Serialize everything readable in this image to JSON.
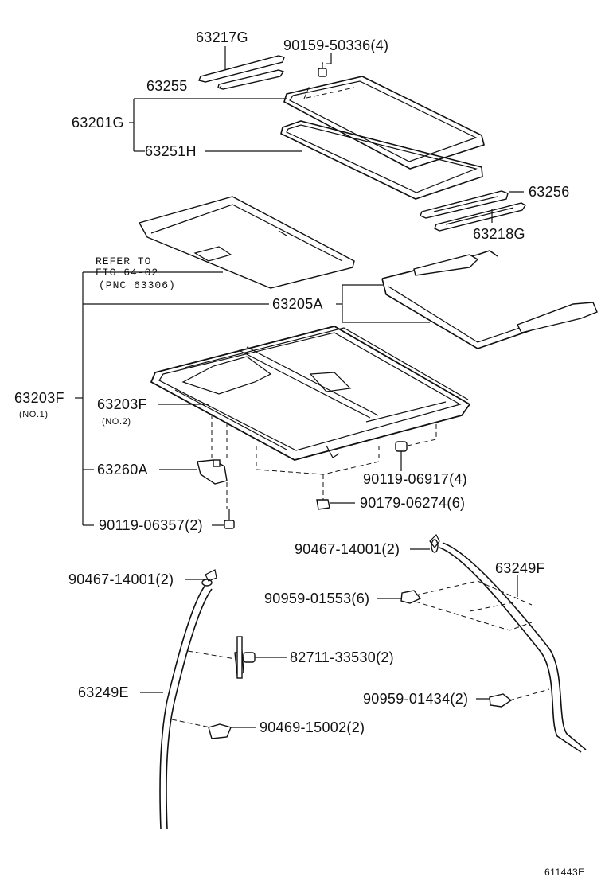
{
  "callouts": {
    "p63217G": "63217G",
    "p90159": "90159-50336(4)",
    "p63255": "63255",
    "p63201G": "63201G",
    "p63251H": "63251H",
    "p63256": "63256",
    "p63218G": "63218G",
    "refer1": "REFER TO",
    "refer2": "FIG 64-02",
    "refer3": "(PNC 63306)",
    "p63205A": "63205A",
    "p63203F_no1": "63203F",
    "no1": "(NO.1)",
    "p63203F_no2": "63203F",
    "no2": "(NO.2)",
    "p63260A": "63260A",
    "p90119_06917": "90119-06917(4)",
    "p90179": "90179-06274(6)",
    "p90119_06357": "90119-06357(2)",
    "p90467_right": "90467-14001(2)",
    "p63249F": "63249F",
    "p90467_left": "90467-14001(2)",
    "p90959_01553": "90959-01553(6)",
    "p82711": "82711-33530(2)",
    "p63249E": "63249E",
    "p90959_01434": "90959-01434(2)",
    "p90469": "90469-15002(2)"
  },
  "figure_number": "611443E"
}
